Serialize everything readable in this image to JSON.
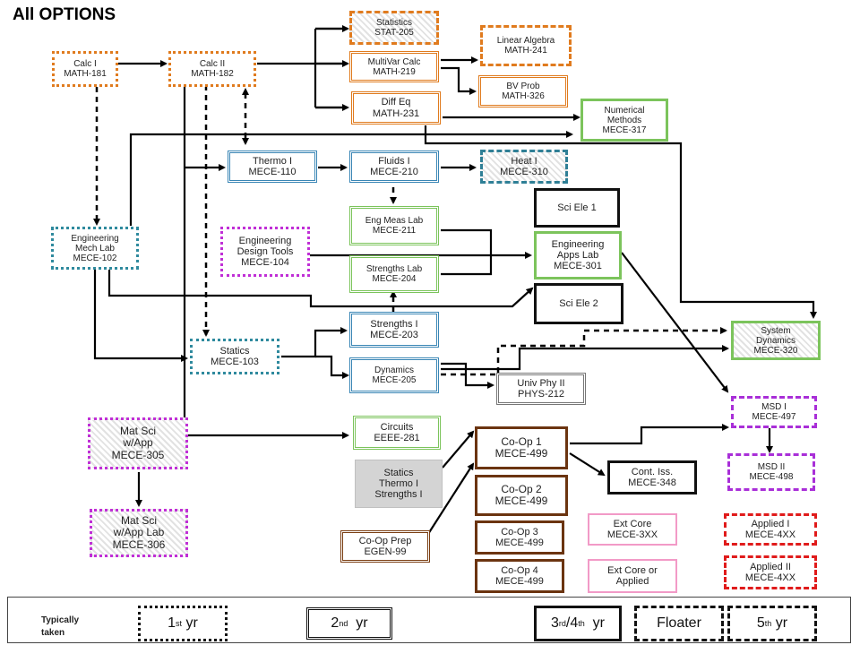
{
  "title": "All OPTIONS",
  "nodes": {
    "calc1": "Calc I\nMATH-181",
    "calc2": "Calc II\nMATH-182",
    "stat": "Statistics\nSTAT-205",
    "multivar": "MultiVar Calc\nMATH-219",
    "diffeq": "Diff Eq\nMATH-231",
    "linalg": "Linear Algebra\nMATH-241",
    "bvprob": "BV Prob\nMATH-326",
    "numerical": "Numerical\nMethods\nMECE-317",
    "thermo": "Thermo I\nMECE-110",
    "fluids": "Fluids I\nMECE-210",
    "heat": "Heat I\nMECE-310",
    "scielec1": "Sci Ele 1",
    "englab": "Engineering\nMech Lab\nMECE-102",
    "design": "Engineering\nDesign Tools\nMECE-104",
    "engmeas": "Eng Meas Lab\nMECE-211",
    "strlab": "Strengths Lab\nMECE-204",
    "appslab": "Engineering\nApps Lab\nMECE-301",
    "scielec2": "Sci Ele 2",
    "statics": "Statics\nMECE-103",
    "strengths": "Strengths I\nMECE-203",
    "dynamics": "Dynamics\nMECE-205",
    "sysdyn": "System\nDynamics\nMECE-320",
    "univphy": "Univ Phy II\nPHYS-212",
    "msd1": "MSD I\nMECE-497",
    "matsci": "Mat Sci\nw/App\nMECE-305",
    "circuits": "Circuits\nEEEE-281",
    "coop1": "Co-Op 1\nMECE-499",
    "contiss": "Cont. Iss.\nMECE-348",
    "msd2": "MSD II\nMECE-498",
    "staticsgroup": "Statics\nThermo I\nStrengths I",
    "coop2": "Co-Op 2\nMECE-499",
    "matscilab": "Mat Sci\nw/App Lab\nMECE-306",
    "extcore": "Ext Core\nMECE-3XX",
    "applied1": "Applied I\nMECE-4XX",
    "coop3": "Co-Op 3\nMECE-499",
    "coopprep": "Co-Op Prep\nEGEN-99",
    "coop4": "Co-Op 4\nMECE-499",
    "extapplied": "Ext Core or\nApplied",
    "applied2": "Applied II\nMECE-4XX"
  },
  "legend": {
    "label": "Typically\ntaken",
    "items": [
      {
        "base": "1",
        "sup": "st",
        "suffix": " yr"
      },
      {
        "base": "2",
        "sup": "nd",
        "suffix": "  yr"
      },
      {
        "base": "3",
        "sup": "rd",
        "mid": "/4",
        "sup2": "th",
        "suffix": "  yr"
      },
      {
        "base": "Floater"
      },
      {
        "base": "5",
        "sup": "th",
        "suffix": " yr"
      }
    ]
  }
}
